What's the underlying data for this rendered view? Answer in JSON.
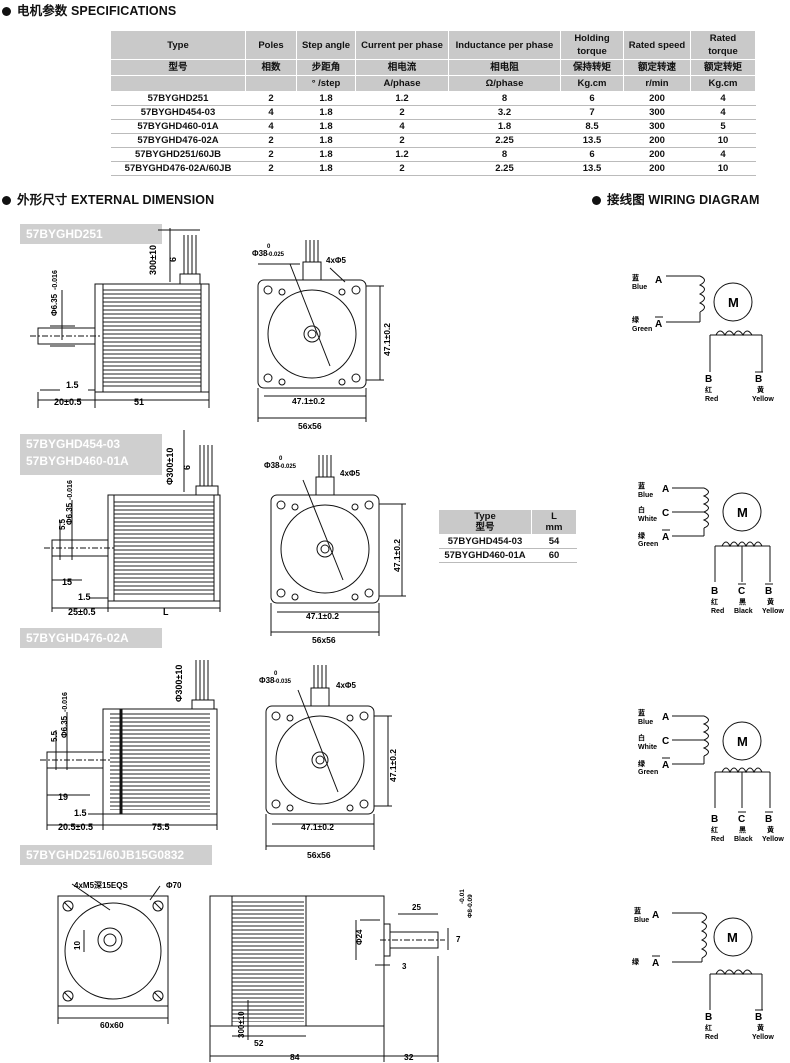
{
  "spec_heading": "电机参数 SPECIFICATIONS",
  "ext_heading": "外形尺寸 EXTERNAL DIMENSION",
  "wiring_heading": "接线图 WIRING DIAGRAM",
  "spec_table": {
    "headers_en": [
      "Type",
      "Poles",
      "Step angle",
      "Current per phase",
      "Inductance per phase",
      "Holding torque",
      "Rated speed",
      "Rated torque"
    ],
    "headers_cn": [
      "型号",
      "相数",
      "步距角",
      "相电流",
      "相电阻",
      "保持转矩",
      "额定转速",
      "额定转矩"
    ],
    "units": [
      "",
      "",
      "° /step",
      "A/phase",
      "Ω/phase",
      "Kg.cm",
      "r/min",
      "Kg.cm"
    ],
    "rows": [
      [
        "57BYGHD251",
        "2",
        "1.8",
        "1.2",
        "8",
        "6",
        "200",
        "4"
      ],
      [
        "57BYGHD454-03",
        "4",
        "1.8",
        "2",
        "3.2",
        "7",
        "300",
        "4"
      ],
      [
        "57BYGHD460-01A",
        "4",
        "1.8",
        "4",
        "1.8",
        "8.5",
        "300",
        "5"
      ],
      [
        "57BYGHD476-02A",
        "2",
        "1.8",
        "2",
        "2.25",
        "13.5",
        "200",
        "10"
      ],
      [
        "57BYGHD251/60JB",
        "2",
        "1.8",
        "1.2",
        "8",
        "6",
        "200",
        "4"
      ],
      [
        "57BYGHD476-02A/60JB",
        "2",
        "1.8",
        "2",
        "2.25",
        "13.5",
        "200",
        "10"
      ]
    ]
  },
  "model_tags": [
    "57BYGHD251",
    "57BYGHD454-03",
    "57BYGHD460-01A",
    "57BYGHD476-02A",
    "57BYGHD251/60JB15G0832"
  ],
  "length_table": {
    "headers": [
      "Type",
      "L"
    ],
    "headers_cn": [
      "型号",
      "mm"
    ],
    "rows": [
      [
        "57BYGHD454-03",
        "54"
      ],
      [
        "57BYGHD460-01A",
        "60"
      ]
    ]
  },
  "dims": {
    "lead": "300±10",
    "lead_b": "Φ300±10",
    "six": "6",
    "shaft": "Φ6.35",
    "shaft_tol": "-0.016",
    "zero": "0",
    "one_five": "1.5",
    "d20": "20±0.5",
    "d51": "51",
    "boss": "Φ38",
    "boss_tol": "-0.025",
    "boss_tol_b": "-0.035",
    "holes": "4xΦ5",
    "pitch": "47.1±0.2",
    "square": "56x56",
    "d55": "5.5",
    "d15": "15",
    "d25": "25±0.5",
    "L": "L",
    "d19": "19",
    "d205": "20.5±0.5",
    "d755": "75.5",
    "screws": "4xM5深15EQS",
    "d70": "Φ70",
    "d10": "10",
    "d60": "60x60",
    "d24": "Φ24",
    "d3": "3",
    "g25": "25",
    "g7": "7",
    "g8": "Φ8-0.09",
    "g01": "-0.01",
    "d52": "52",
    "d84": "84",
    "d32": "32",
    "d30010": "300±10"
  },
  "wiring": {
    "motor": "M",
    "A": "A",
    "A_bar": "A",
    "B": "B",
    "B_bar": "B",
    "C": "C",
    "C_bar": "C",
    "blue_cn": "蓝",
    "blue": "Blue",
    "green_cn": "绿",
    "green": "Green",
    "white_cn": "白",
    "white": "White",
    "red_cn": "红",
    "red": "Red",
    "yellow_cn": "黄",
    "yellow": "Yellow",
    "black_cn": "黑",
    "black": "Black"
  }
}
